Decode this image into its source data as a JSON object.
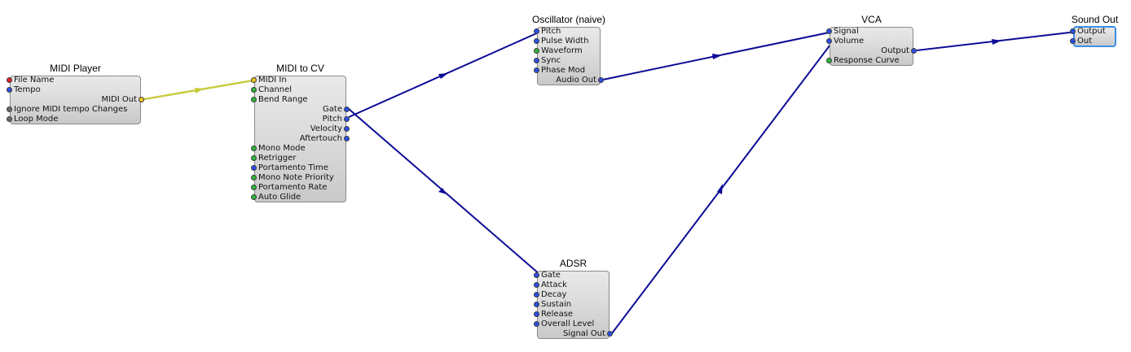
{
  "colors": {
    "wire_data": "#0c0c96",
    "wire_midi": "#c8c83a",
    "port_blue": "#2a4fe8",
    "port_green": "#2fb53a",
    "port_red": "#e82020",
    "port_grey": "#6b6b6b",
    "port_yellow": "#f0c419",
    "selected_border": "#3a8ee6"
  },
  "nodes": {
    "midi_player": {
      "title": "MIDI Player",
      "inputs": [
        {
          "label": "File Name",
          "color": "red"
        },
        {
          "label": "Tempo",
          "color": "blue"
        }
      ],
      "outputs": [
        {
          "label": "MIDI Out",
          "color": "yellow"
        }
      ],
      "inputs2": [
        {
          "label": "Ignore MIDI tempo Changes",
          "color": "grey"
        },
        {
          "label": "Loop Mode",
          "color": "grey"
        }
      ]
    },
    "midi_to_cv": {
      "title": "MIDI to CV",
      "inputs": [
        {
          "label": "MIDI In",
          "color": "yellow"
        },
        {
          "label": "Channel",
          "color": "green"
        },
        {
          "label": "Bend Range",
          "color": "green"
        }
      ],
      "outputs": [
        {
          "label": "Gate",
          "color": "blue"
        },
        {
          "label": "Pitch",
          "color": "blue"
        },
        {
          "label": "Velocity",
          "color": "blue"
        },
        {
          "label": "Aftertouch",
          "color": "blue"
        }
      ],
      "inputs2": [
        {
          "label": "Mono Mode",
          "color": "green"
        },
        {
          "label": "Retrigger",
          "color": "green"
        },
        {
          "label": "Portamento Time",
          "color": "blue"
        },
        {
          "label": "Mono Note Priority",
          "color": "green"
        },
        {
          "label": "Portamento Rate",
          "color": "green"
        },
        {
          "label": "Auto Glide",
          "color": "green"
        }
      ]
    },
    "oscillator": {
      "title": "Oscillator (naive)",
      "inputs": [
        {
          "label": "Pitch",
          "color": "blue"
        },
        {
          "label": "Pulse Width",
          "color": "blue"
        },
        {
          "label": "Waveform",
          "color": "green"
        },
        {
          "label": "Sync",
          "color": "blue"
        },
        {
          "label": "Phase Mod",
          "color": "blue"
        }
      ],
      "outputs": [
        {
          "label": "Audio Out",
          "color": "blue"
        }
      ]
    },
    "adsr": {
      "title": "ADSR",
      "inputs": [
        {
          "label": "Gate",
          "color": "blue"
        },
        {
          "label": "Attack",
          "color": "blue"
        },
        {
          "label": "Decay",
          "color": "blue"
        },
        {
          "label": "Sustain",
          "color": "blue"
        },
        {
          "label": "Release",
          "color": "blue"
        },
        {
          "label": "Overall Level",
          "color": "blue"
        }
      ],
      "outputs": [
        {
          "label": "Signal Out",
          "color": "blue"
        }
      ]
    },
    "vca": {
      "title": "VCA",
      "inputs": [
        {
          "label": "Signal",
          "color": "blue"
        },
        {
          "label": "Volume",
          "color": "blue"
        }
      ],
      "outputs": [
        {
          "label": "Output",
          "color": "blue"
        }
      ],
      "inputs2": [
        {
          "label": "Response Curve",
          "color": "green"
        }
      ]
    },
    "sound_out": {
      "title": "Sound Out",
      "inputs": [
        {
          "label": "Output",
          "color": "blue"
        },
        {
          "label": "Out",
          "color": "blue"
        }
      ]
    }
  }
}
